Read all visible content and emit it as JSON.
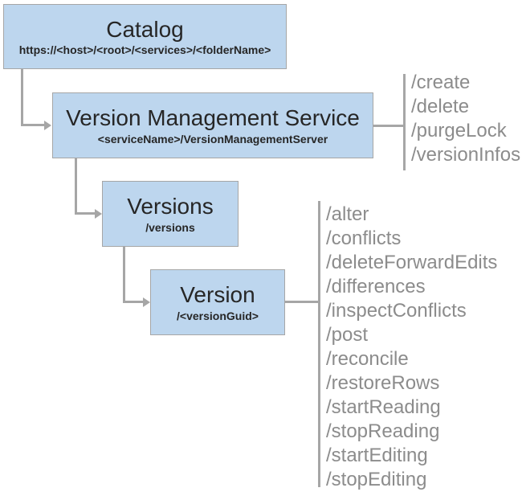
{
  "colors": {
    "background": "#ffffff",
    "box_fill": "#bdd6ee",
    "box_border": "#a6a6a6",
    "connector": "#a6a6a6",
    "title_text": "#262626",
    "endpoint_text": "#8c8c8c"
  },
  "nodes": {
    "catalog": {
      "title": "Catalog",
      "subtitle": "https://<host>/<root>/<services>/<folderName>"
    },
    "version_management_service": {
      "title": "Version Management Service",
      "subtitle": "<serviceName>/VersionManagementServer"
    },
    "versions": {
      "title": "Versions",
      "subtitle": "/versions"
    },
    "version": {
      "title": "Version",
      "subtitle": "/<versionGuid>"
    }
  },
  "endpoints": {
    "version_management_service": [
      "/create",
      "/delete",
      "/purgeLock",
      "/versionInfos"
    ],
    "version": [
      "/alter",
      "/conflicts",
      "/deleteForwardEdits",
      "/differences",
      "/inspectConflicts",
      "/post",
      "/reconcile",
      "/restoreRows",
      "/startReading",
      "/stopReading",
      "/startEditing",
      "/stopEditing"
    ]
  }
}
